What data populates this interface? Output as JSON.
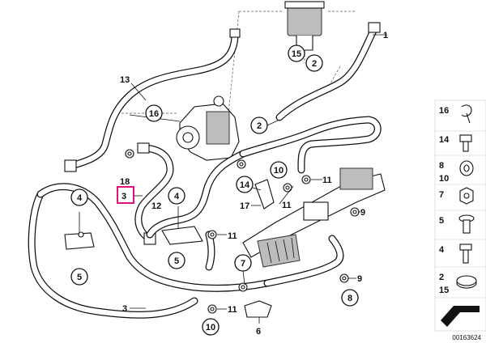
{
  "diagram": {
    "part_number": "00163624",
    "callouts": {
      "c1": "1",
      "c2a": "2",
      "c2b": "2",
      "c3a": "3",
      "c3b": "3",
      "c4a": "4",
      "c4b": "4",
      "c5a": "5",
      "c5b": "5",
      "c6": "6",
      "c7": "7",
      "c8": "8",
      "c9a": "9",
      "c9b": "9",
      "c10a": "10",
      "c10b": "10",
      "c11a": "11",
      "c11b": "11",
      "c11c": "11",
      "c11d": "11",
      "c12": "12",
      "c13": "13",
      "c14": "14",
      "c15": "15",
      "c16": "16",
      "c17": "17",
      "c18": "18"
    },
    "legend": [
      {
        "label": "16",
        "icon": "clip-icon"
      },
      {
        "label": "14",
        "icon": "bolt-icon"
      },
      {
        "label": "8",
        "label2": "10",
        "icon": "banjo-bolt-icon"
      },
      {
        "label": "7",
        "icon": "nut-icon"
      },
      {
        "label": "5",
        "icon": "hex-bolt-icon"
      },
      {
        "label": "4",
        "icon": "screw-icon"
      },
      {
        "label": "2",
        "label2": "15",
        "icon": "hose-clamp-icon"
      },
      {
        "label": "",
        "icon": "arrow-icon"
      }
    ]
  }
}
